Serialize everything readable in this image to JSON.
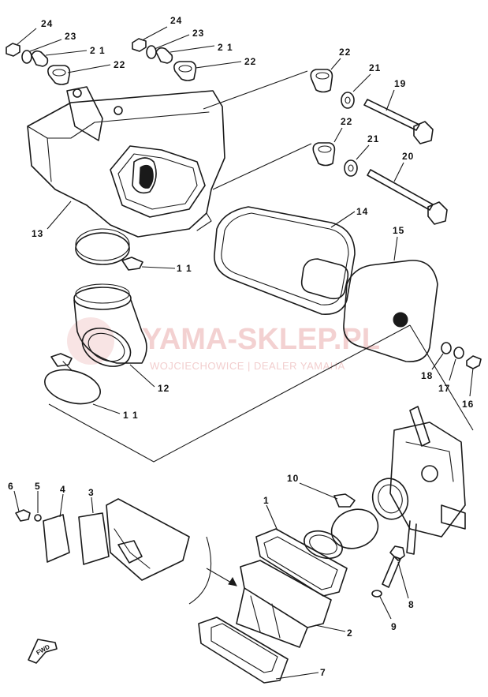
{
  "diagram": {
    "callouts": [
      {
        "id": "c24a",
        "text": "24"
      },
      {
        "id": "c23a",
        "text": "23"
      },
      {
        "id": "c21a",
        "text": "2 1"
      },
      {
        "id": "c22a",
        "text": "22"
      },
      {
        "id": "c24b",
        "text": "24"
      },
      {
        "id": "c23b",
        "text": "23"
      },
      {
        "id": "c21b",
        "text": "2 1"
      },
      {
        "id": "c22b",
        "text": "22"
      },
      {
        "id": "c22c",
        "text": "22"
      },
      {
        "id": "c21c",
        "text": "21"
      },
      {
        "id": "c19",
        "text": "19"
      },
      {
        "id": "c22d",
        "text": "22"
      },
      {
        "id": "c21d",
        "text": "21"
      },
      {
        "id": "c20",
        "text": "20"
      },
      {
        "id": "c13",
        "text": "13"
      },
      {
        "id": "c14",
        "text": "14"
      },
      {
        "id": "c15",
        "text": "15"
      },
      {
        "id": "c11a",
        "text": "1 1"
      },
      {
        "id": "c12",
        "text": "12"
      },
      {
        "id": "c11b",
        "text": "1 1"
      },
      {
        "id": "c18",
        "text": "18"
      },
      {
        "id": "c17",
        "text": "17"
      },
      {
        "id": "c16",
        "text": "16"
      },
      {
        "id": "c6",
        "text": "6"
      },
      {
        "id": "c5",
        "text": "5"
      },
      {
        "id": "c4",
        "text": "4"
      },
      {
        "id": "c3",
        "text": "3"
      },
      {
        "id": "c10",
        "text": "10"
      },
      {
        "id": "c1",
        "text": "1"
      },
      {
        "id": "c8",
        "text": "8"
      },
      {
        "id": "c9",
        "text": "9"
      },
      {
        "id": "c2",
        "text": "2"
      },
      {
        "id": "c7",
        "text": "7"
      }
    ],
    "forward_badge": "FWD"
  },
  "watermark": {
    "title": "YAMA-SKLEP.PL",
    "subtitle": "WOJCIECHOWICE | DEALER YAMAHA"
  }
}
